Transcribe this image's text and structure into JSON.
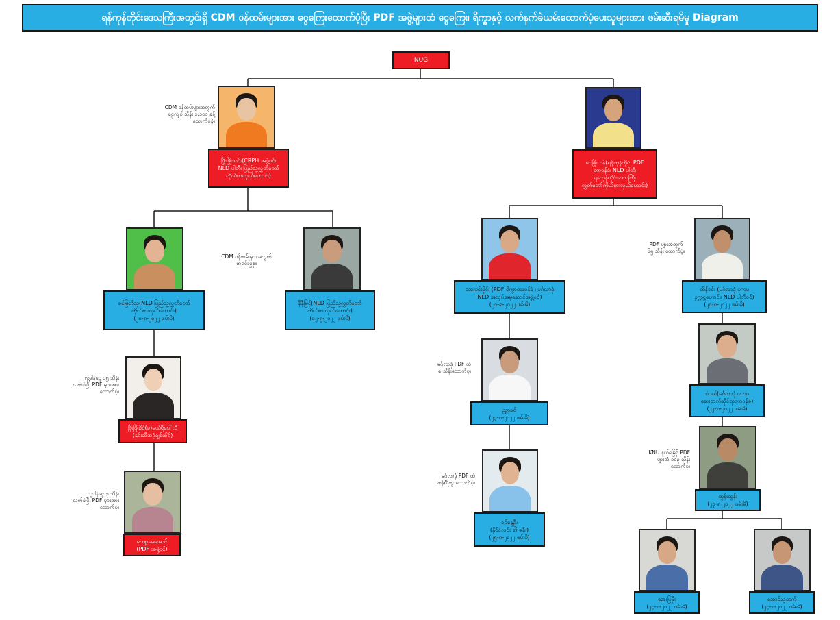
{
  "title": "ရန်ကုန်တိုင်းဒေသကြီးအတွင်းရှိ CDM ဝန်ထမ်းများအား ငွေကြေးထောက်ပံ့ပြီး PDF အဖွဲ့များထံ ငွေကြေး၊ ရိက္ခာနှင့် လက်နက်ခဲယမ်းထောက်ပံ့ပေးသူများအား ဖမ်းဆီးရမိမှု Diagram",
  "root": {
    "label": "NUG"
  },
  "nodes": {
    "n1": {
      "lines": [
        "ဖြိုးဖြိုးသင်း(CRPH အဖွဲ့ဝင်၊",
        "NLD ပါတီ၊ ပြည်သူ့လွှတ်တော်",
        "ကိုယ်စားလှယ်ဟောင်း)"
      ],
      "note": [
        "CDM ဝန်ထမ်းများအတွက်",
        "ငွေကျပ် သိန်း ၁,၁၀၀ ခန့်",
        "ထောက်ပံ့ခဲ့။"
      ]
    },
    "n2": {
      "lines": [
        "ဝေဖြိုးဟန်(ရန်ကုန်တိုင်း PDF",
        "တာဝန်ခံ၊ NLD ပါတီ၊",
        "ရန်ကုန်တိုင်းဒေသကြီး",
        "လွှတ်တော်ကိုယ်စားလှယ်ဟောင်း)"
      ]
    },
    "n3": {
      "lines": [
        "ခင်မြတ်သူ(NLD ပြည်သူ့လွှတ်တော်",
        "ကိုယ်စားလှယ်ဟောင်း)",
        "(၂၀-၈-၂၀၂၂ ဖမ်းမိ)"
      ]
    },
    "n4": {
      "lines": [
        "နီနီမြင့်(NLD ပြည်သူ့လွှတ်တော်",
        "ကိုယ်စားလှယ်ဟောင်း)",
        "(၁၂-၅-၂၀၂၂ ဖမ်းမိ)"
      ],
      "note": [
        "CDM ဝန်ထမ်းများအတွက်",
        "စာရင်းပြုစု။"
      ]
    },
    "n5": {
      "lines": [
        "ဖြိုးဖြိုးခိုင်(ခ)မယ်ရီပေါ်လီ",
        "(နှင်းဆီအဝံ့ချစ်ဆိုင်)"
      ],
      "note": [
        "လူ့ဒါန်ငွေ ၁၅ သိန်း",
        "လက်ခံပြီး PDF များအား",
        "ထောက်ပံ့။"
      ]
    },
    "n6": {
      "lines": [
        "ကျော့မေအောင်",
        "(PDF အဖွဲ့ဝင်)"
      ],
      "note": [
        "လူ့ဒါန်ငွေ ၃ သိန်း",
        "လက်ခံပြီး PDF များအား",
        "ထောက်ပံ့။"
      ]
    },
    "n7": {
      "lines": [
        "အေးမင်းခိုင်း (PDF ရိက္ခာတာဝန်ခံ ၊ မင်္ဂလာဒုံ",
        "NLD အလုပ်အမှုဆောင်အဖွဲ့ဝင်)",
        "(၂၁-၈-၂၀၂၂ ဖမ်းမိ)"
      ]
    },
    "n8": {
      "lines": [
        "ညွှာခင်",
        "(၂၃-၈-၂၀၂၂ ဖမ်းမိ)"
      ],
      "note": [
        "မင်္ဂလာဒုံ PDF ထံ",
        "၈ သိန်းထောက်ပံ့။"
      ]
    },
    "n9": {
      "lines": [
        "ခင်နွေဦး",
        "(နိုင်ငံလင်း ၏ ဇနီး)",
        "(၂၅-၈-၂၀၂၂ ဖမ်းမိ)"
      ],
      "note": [
        "မင်္ဂလာဒုံ PDF ထံ",
        "ဆန်/ရိက္ခာထောက်ပံ့။"
      ]
    },
    "n10": {
      "lines": [
        "ထိန်ဝင်း (မင်္ဂလာဒုံ ပကဖ",
        "ဥက္ကဋ္ဌဟောင်း၊ NLD ပါတီဝင်)",
        "(၂၀-၈-၂၀၂၂ ဖမ်းမိ)"
      ],
      "note": [
        "PDF များအတွက်",
        "၆၅ သိန်း ထောက်ပံ့။"
      ]
    },
    "n11": {
      "lines": [
        "စံပယ်(မင်္ဂလာဒုံ ပကဖ",
        "ဆေးဘက်ဆိုင်ရာတာဝန်ခံ)",
        "(၂၂-၈-၂၀၂၂ ဖမ်းမိ)"
      ]
    },
    "n12": {
      "lines": [
        "ထွန်းထွန်း",
        "(၂၃-၈-၂၀၂၂ ဖမ်းမိ)"
      ],
      "note": [
        "KNU နယ်မြေရှိ PDF",
        "များထံ ၁၀၃ သိန်း",
        "ထောက်ပံ့။"
      ]
    },
    "n13": {
      "lines": [
        "အေးပြံမိုး",
        "(၂၄-၈-၂၀၂၂ ဖမ်းမိ)"
      ]
    },
    "n14": {
      "lines": [
        "အောင်သူထက်",
        "(၂၄-၈-၂၀၂၂ ဖမ်းမိ)"
      ]
    }
  },
  "colors": {
    "red": "#ee1c25",
    "blue": "#29aee3",
    "line": "#1a1a1a"
  }
}
